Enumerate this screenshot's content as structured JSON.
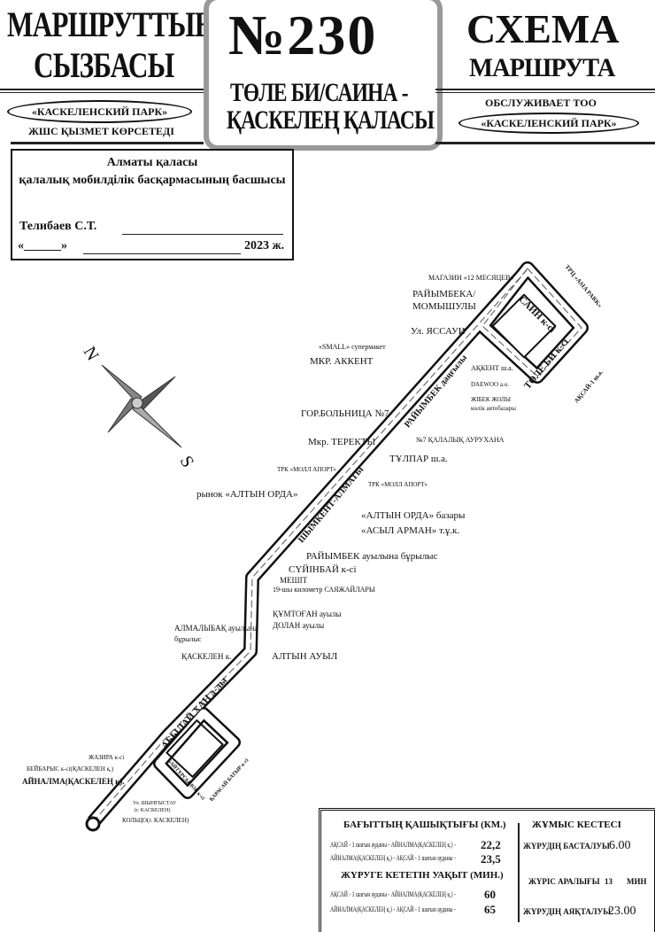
{
  "header": {
    "left_title_1": "МАРШРУТТЫҢ",
    "left_title_2": "СЫЗБАСЫ",
    "left_company": "«КАСКЕЛЕНСКИЙ ПАРК»",
    "left_service": "ЖШС ҚЫЗМЕТ КӨРСЕТЕДІ",
    "route_number": "№230",
    "route_name_1": "ТӨЛЕ БИ/САИНА -",
    "route_name_2": "ҚАСКЕЛЕҢ ҚАЛАСЫ",
    "right_title_1": "СХЕМА",
    "right_title_2": "МАРШРУТА",
    "right_service": "ОБСЛУЖИВАЕТ ТОО",
    "right_company": "«КАСКЕЛЕНСКИЙ ПАРК»"
  },
  "approval": {
    "line1": "Алматы қаласы",
    "line2": "қалалық мобилділік басқармасының басшысы",
    "name": "Телибаев С.Т.",
    "date_open": "«______»",
    "year": "2023 ж."
  },
  "compass": {
    "north": "N",
    "south": "S"
  },
  "map_labels": {
    "shop_12": "МАГАЗИН «12 МЕСЯЦЕВ»",
    "asia_park": "ТРЦ «ASIA PARK»",
    "raiymbek_1": "РАЙЫМБЕКА/",
    "raiymbek_2": "МОМЫШУЛЫ",
    "sain": "САИН к-сі",
    "yassaui": "Ул. ЯССАУИ",
    "small": "«SMALL» супермакет",
    "akkent_mkr": "МКР. АККЕНТ",
    "akkent_sa": "АҚКЕНТ ш.а.",
    "tole_bi": "ТӨЛЕ БИ к-сі",
    "aksai": "АҚСАЙ-1 ш.а.",
    "daewoo": "DAEWOO a.o.",
    "raiymbek_ave": "РАЙЫМБЕК даңғылы",
    "zhibek_1": "ЖІБЕК ЖОЛЫ",
    "zhibek_2": "көлік автобазары",
    "hospital_ru": "ГОР.БОЛЬНИЦА №7",
    "hospital_kz": "№7 ҚАЛАЛЫҚ АУРУХАНА",
    "terekty": "Мкр. ТЕРЕКТЫ",
    "tulpar": "ТҰЛПАР ш.а.",
    "mall_1": "ТРК «МОЛЛ АПОРТ»",
    "mall_2": "ТРК «МОЛЛ АПОРТ»",
    "altyn_orda_market": "рынок «АЛТЫН ОРДА»",
    "shymkent_almaty": "ШЫМКЕНТ-АЛМАТЫ",
    "altyn_orda_bazary": "«АЛТЫН ОРДА» базары",
    "asyl_arman": "«АСЫЛ АРМАН» т.ұ.к.",
    "raiymbek_turn": "РАЙЫМБЕК ауылына бұрылыс",
    "suyinbai": "СҮЙІНБАЙ к-сі",
    "meshit": "МЕШІТ",
    "km19": "19-шы километр САЯЖАЙЛАРЫ",
    "kumtogan": "ҚҰМТОҒАН ауылы",
    "dolan": "ДОЛАН ауылы",
    "almalybak_1": "АЛМАЛЫБАҚ ауылына",
    "almalybak_2": "бұрылыс",
    "kaskelen_k": "ҚАСКЕЛЕН к.",
    "altyn_auyl": "АЛТЫН АУЫЛ",
    "abylai_khan": "АБЫЛАЙ ХАН д-лы",
    "baitursynov": "БАЙТҰРСЫНОВ к-сі",
    "karasai": "ҚАРАСАЙ БАТЫР к-сі",
    "zhazira": "ЖАЗИРА к-сі",
    "beibarys": "БЕЙБАРЫС к-сі(ҚАСКЕЛЕН қ.)",
    "ainalma": "АЙНАЛМА(ҚАСКЕЛЕҢ қ).",
    "shyngystau_1": "Ул. ШЫНҒЫСТАУ",
    "shyngystau_2": "(г. КАСКЕЛЕН)",
    "koltso": "КОЛЬЦО(г. КАСКЕЛЕН)"
  },
  "schedule": {
    "distance_title": "БАҒЫТТЫҢ ҚАШЫҚТЫҒЫ (КМ.)",
    "distance_rows": [
      {
        "label": "АҚСАЙ - 1 шағын ауданы - АЙНАЛМА(ҚАСКЕЛЕҢ қ.) -",
        "value": "22,2"
      },
      {
        "label": "АЙНАЛМА(ҚАСКЕЛЕҢ қ.) - АҚСАЙ - 1 шағын ауданы -",
        "value": "23,5"
      }
    ],
    "time_title": "ЖҮРУГЕ КЕТЕТІН УАҚЫТ (МИН.)",
    "time_rows": [
      {
        "label": "АҚСАЙ - 1 шағын ауданы - АЙНАЛМА(ҚАСКЕЛЕҢ қ.) -",
        "value": "60"
      },
      {
        "label": "АЙНАЛМА(ҚАСКЕЛЕҢ қ.) - АҚСАЙ - 1 шағын ауданы -",
        "value": "65"
      }
    ],
    "work_title": "ЖҰМЫС КЕСТЕСІ",
    "start_label": "ЖҮРУДІҢ БАСТАЛУЫ",
    "start_value": "6.00",
    "interval_label": "ЖҮРІС АРАЛЫҒЫ",
    "interval_value": "13",
    "interval_unit": "МИН",
    "end_label": "ЖҮРУДІҢ АЯҚТАЛУЫ",
    "end_value": "23.00"
  }
}
